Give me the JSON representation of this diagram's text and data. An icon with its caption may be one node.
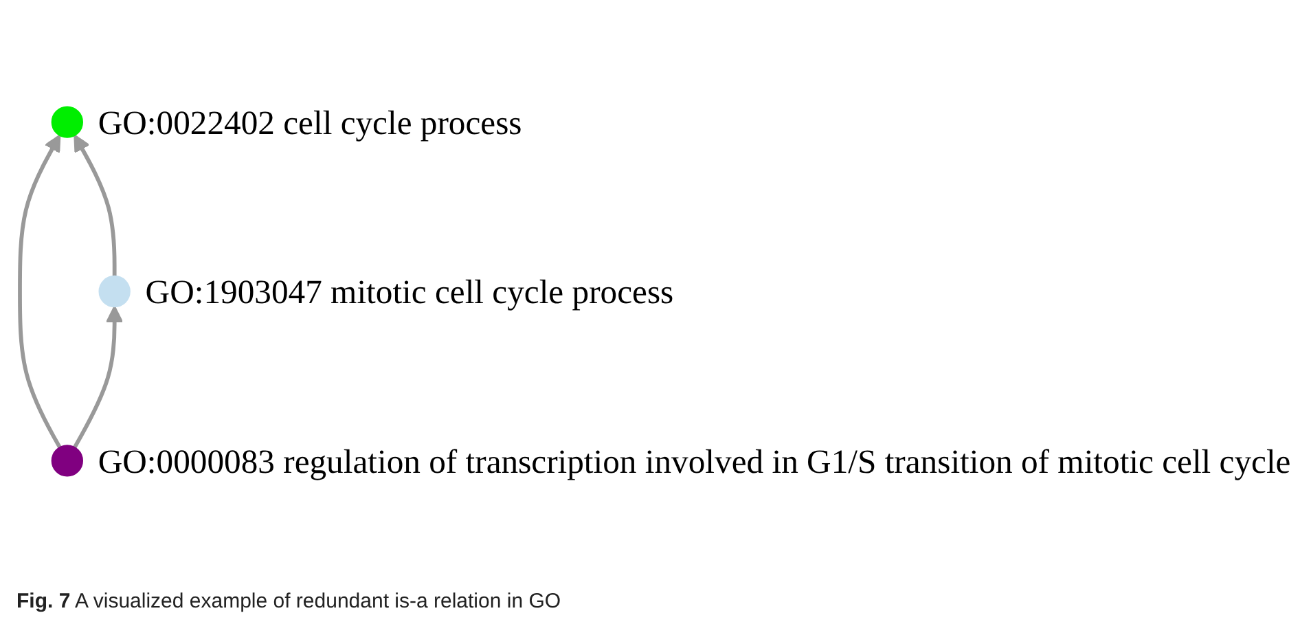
{
  "diagram": {
    "caption": "**Fig. 7** A visualized example of redundant is-a relation in GO",
    "nodes": [
      {
        "text": [],
        "shape": "circle",
        "beside": [
          "GO:0022402 cell cycle process"
        ]
      },
      {
        "text": [],
        "shape": "circle",
        "beside": [
          "GO:1903047 mitotic cell cycle process"
        ]
      },
      {
        "text": [],
        "shape": "circle",
        "beside": [
          "GO:0000083 regulation of transcription involved in G1/S transition of mitotic cell cycle"
        ]
      }
    ],
    "edges": [
      {
        "from": 2,
        "to": 0,
        "arrow": "to"
      },
      {
        "from": 1,
        "to": 0,
        "arrow": "to"
      },
      {
        "from": 2,
        "to": 1,
        "arrow": "to"
      }
    ]
  }
}
